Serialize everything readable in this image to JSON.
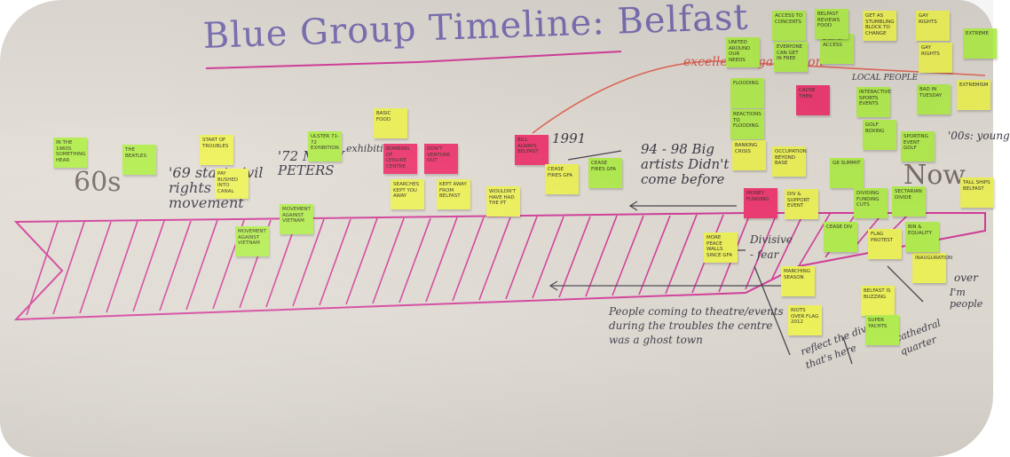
{
  "title": "Blue Group Timeline: Belfast",
  "decades": {
    "sixties": "60s",
    "now": "Now"
  },
  "labels": {
    "start_civil": "'69 start civil rights movement",
    "seventy_two": "'72 MARY PETERS",
    "exhibition": "exhibition",
    "year_1991": "1991",
    "big_artists": "94 - 98 Big artists Didn't come before",
    "excellent": "excellent organisation",
    "divisive": "Divisive - fear",
    "people_coming": "People coming to theatre/events during the troubles the centre was a ghost town",
    "reflect": "reflect the division that's here",
    "cathedral": "cathedral quarter",
    "over": "over",
    "im_people": "I'm people",
    "young": "'00s: young",
    "local_people": "LOCAL PEOPLE",
    "mary_peters": "MARY PETERS"
  },
  "notes": [
    {
      "id": "n1",
      "color": "g",
      "text": "in the 1960s something hear"
    },
    {
      "id": "n2",
      "color": "g",
      "text": "The Beatles"
    },
    {
      "id": "n3",
      "color": "y",
      "text": "start of troubles"
    },
    {
      "id": "n4",
      "color": "y",
      "text": "Pay bushed into canal"
    },
    {
      "id": "n5",
      "color": "g",
      "text": "Ulster 71-72 exhibition"
    },
    {
      "id": "n6",
      "color": "g",
      "text": "Movement against Vietnam"
    },
    {
      "id": "n7",
      "color": "g",
      "text": "Movement against Vietnam"
    },
    {
      "id": "n8",
      "color": "y",
      "text": "Basic food"
    },
    {
      "id": "n9",
      "color": "p",
      "text": "Bombing of Leisure centre"
    },
    {
      "id": "n10",
      "color": "p",
      "text": "Don't venture out"
    },
    {
      "id": "n11",
      "color": "y",
      "text": "Searches kept you away"
    },
    {
      "id": "n12",
      "color": "y",
      "text": "Kept away from Belfast"
    },
    {
      "id": "n13",
      "color": "y",
      "text": "Wouldn't have had the PT"
    },
    {
      "id": "n14",
      "color": "p",
      "text": "Bill Always Belfast"
    },
    {
      "id": "n15",
      "color": "y",
      "text": "Cease fires GFA"
    },
    {
      "id": "n16",
      "color": "g",
      "text": "Cease fires GFA"
    },
    {
      "id": "n17",
      "color": "g",
      "text": "United around our needs"
    },
    {
      "id": "n18",
      "color": "g",
      "text": "Flooding"
    },
    {
      "id": "n19",
      "color": "g",
      "text": "Reactions to flooding"
    },
    {
      "id": "n20",
      "color": "y",
      "text": "Banking crisis"
    },
    {
      "id": "n21",
      "color": "p",
      "text": "Money funding"
    },
    {
      "id": "n22",
      "color": "y",
      "text": "Occupation Beyond Base"
    },
    {
      "id": "n23",
      "color": "y",
      "text": "Div & Support Event"
    },
    {
      "id": "n24",
      "color": "y",
      "text": "More Peace walls since GFA"
    },
    {
      "id": "n25",
      "color": "g",
      "text": "Access to concerts"
    },
    {
      "id": "n26",
      "color": "g",
      "text": "Everyone can get in free"
    },
    {
      "id": "n27",
      "color": "g",
      "text": "Lack of Access"
    },
    {
      "id": "n28",
      "color": "g",
      "text": "Belfast Reviews Food"
    },
    {
      "id": "n29",
      "color": "y",
      "text": "Get as stumbling block to change"
    },
    {
      "id": "n30",
      "color": "p",
      "text": "Cause then"
    },
    {
      "id": "n31",
      "color": "g",
      "text": "Interactive sports events"
    },
    {
      "id": "n32",
      "color": "g",
      "text": "Golf Boxing"
    },
    {
      "id": "n33",
      "color": "g",
      "text": "Sporting event Golf"
    },
    {
      "id": "n34",
      "color": "g",
      "text": "G8 Summit"
    },
    {
      "id": "n35",
      "color": "y",
      "text": "Gay rights"
    },
    {
      "id": "n36",
      "color": "y",
      "text": "Gay rights"
    },
    {
      "id": "n37",
      "color": "g",
      "text": "Extreme"
    },
    {
      "id": "n38",
      "color": "g",
      "text": "Bad in Tuesday"
    },
    {
      "id": "n39",
      "color": "y",
      "text": "Extremism"
    },
    {
      "id": "n40",
      "color": "y",
      "text": "Tall Ships Belfast"
    },
    {
      "id": "n41",
      "color": "g",
      "text": "Dividing Funding cuts"
    },
    {
      "id": "n42",
      "color": "g",
      "text": "Sectarian divide"
    },
    {
      "id": "n43",
      "color": "g",
      "text": "Cease div"
    },
    {
      "id": "n44",
      "color": "y",
      "text": "Marching season"
    },
    {
      "id": "n45",
      "color": "y",
      "text": "Riots over flag 2012"
    },
    {
      "id": "n46",
      "color": "y",
      "text": "Flag protest"
    },
    {
      "id": "n47",
      "color": "y",
      "text": "Belfast is Buzzing"
    },
    {
      "id": "n48",
      "color": "g",
      "text": "Super Yachts"
    },
    {
      "id": "n49",
      "color": "y",
      "text": "Inauguration"
    },
    {
      "id": "n50",
      "color": "g",
      "text": "Bin & Equality"
    }
  ]
}
